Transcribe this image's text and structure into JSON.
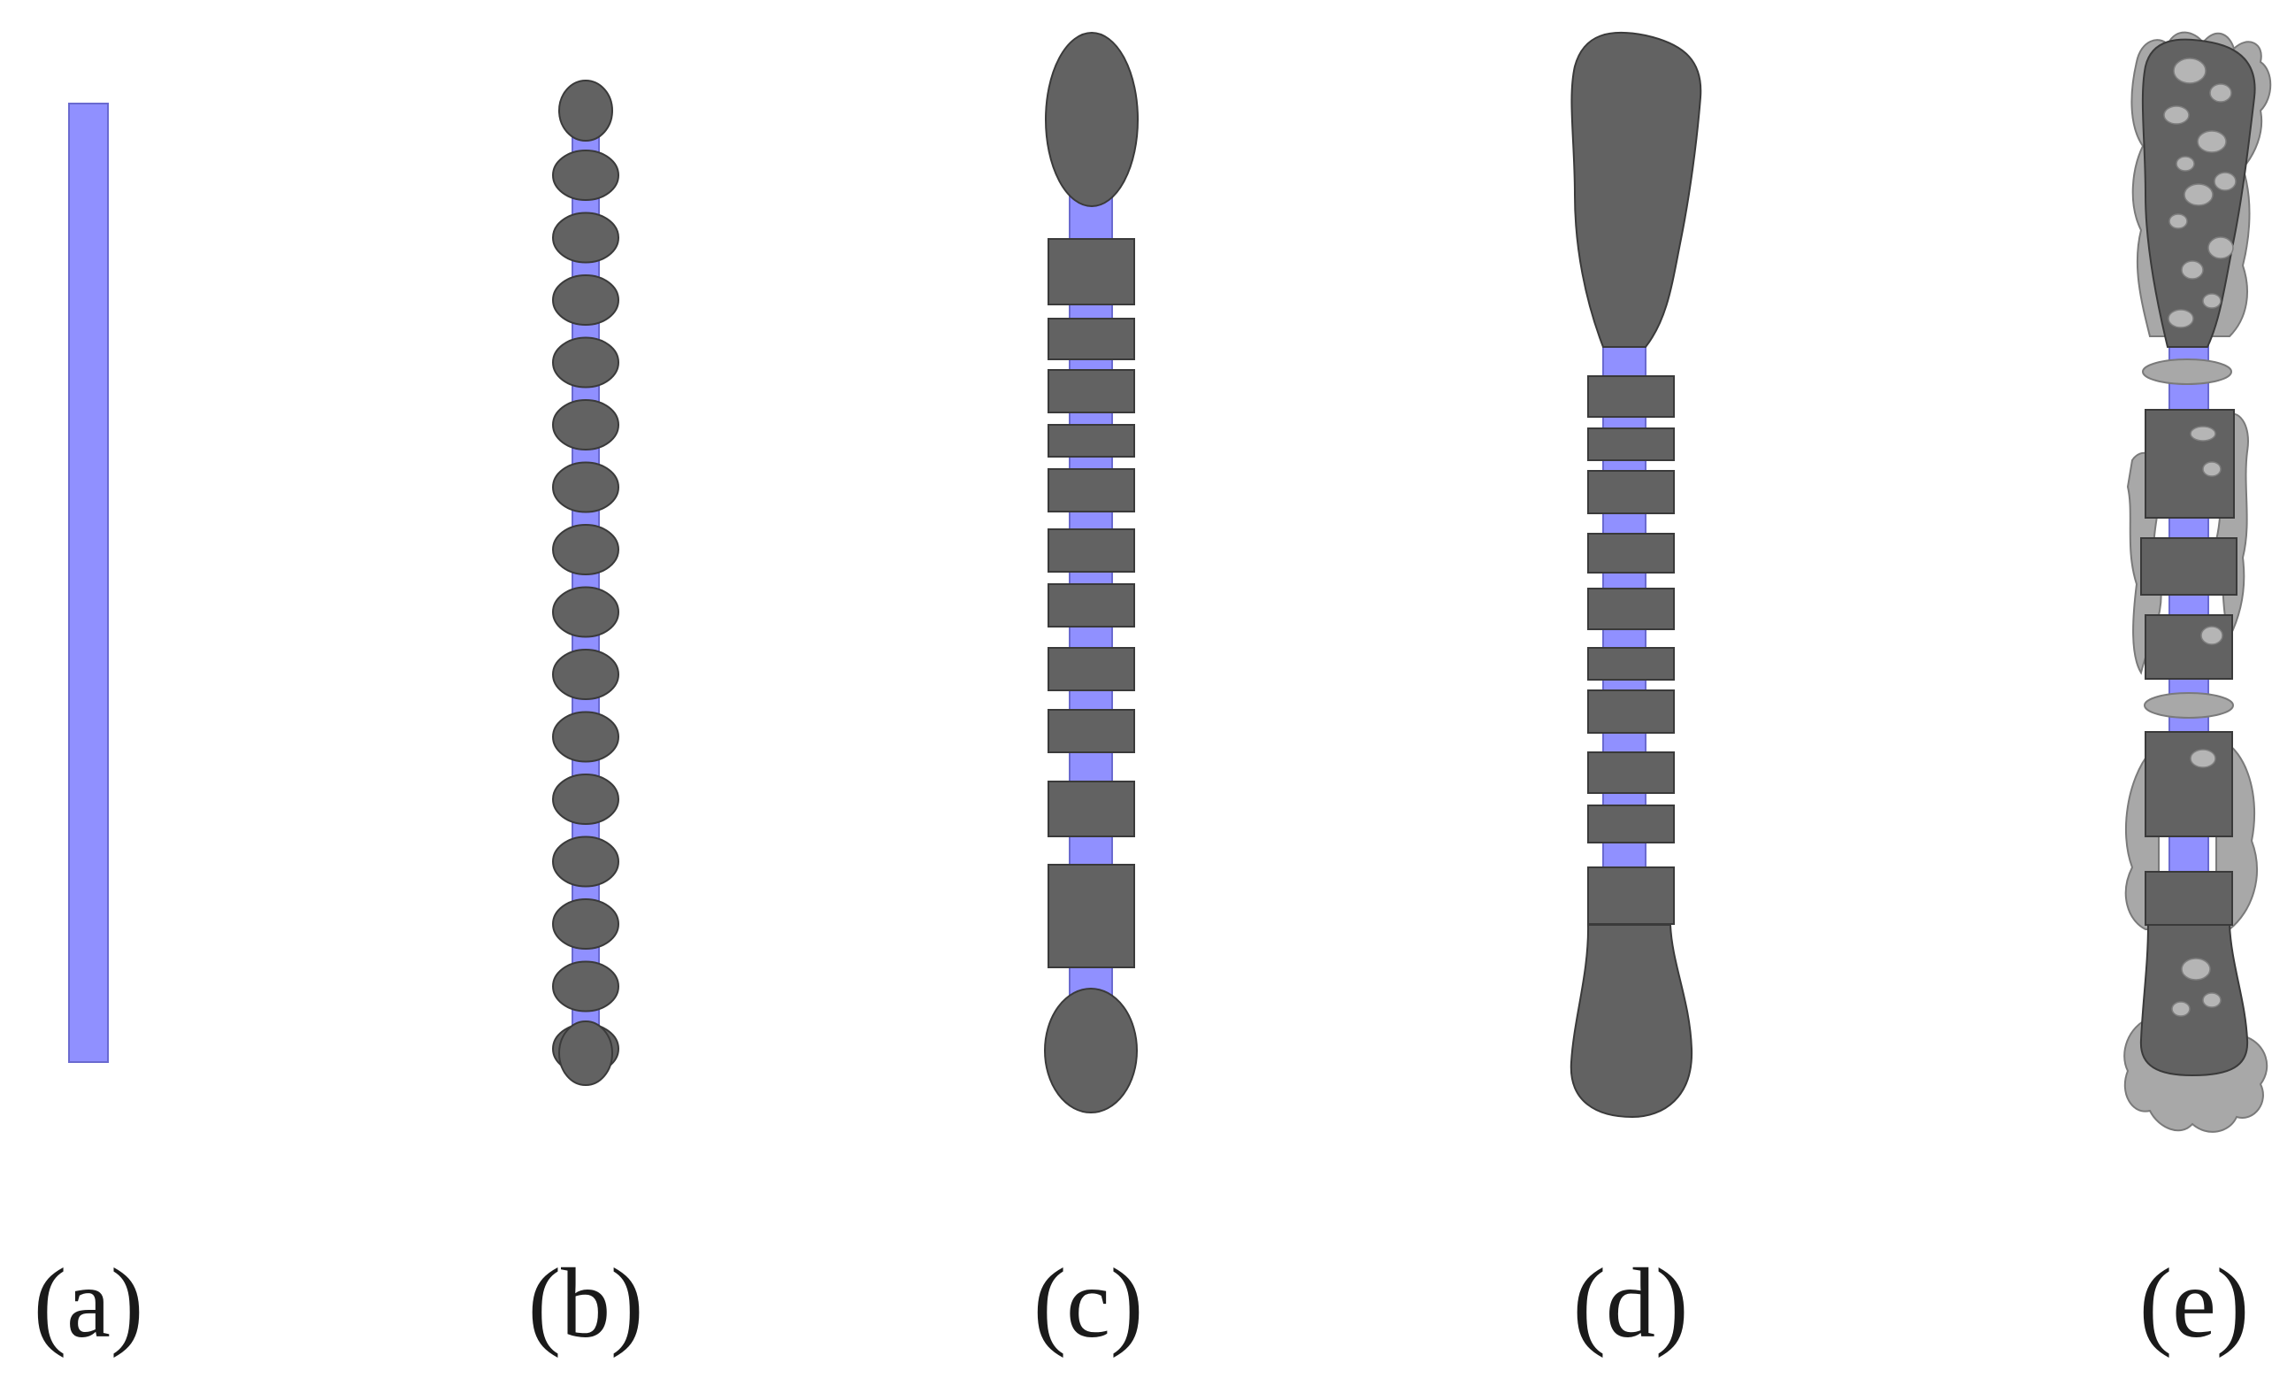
{
  "figure": {
    "panels": [
      {
        "label": "(a)"
      },
      {
        "label": "(b)"
      },
      {
        "label": "(c)"
      },
      {
        "label": "(d)"
      },
      {
        "label": "(e)"
      }
    ]
  },
  "colors": {
    "rod": "#9090ff",
    "tissue": "#626262",
    "callus": "#a8a8a8",
    "background": "#ffffff"
  }
}
